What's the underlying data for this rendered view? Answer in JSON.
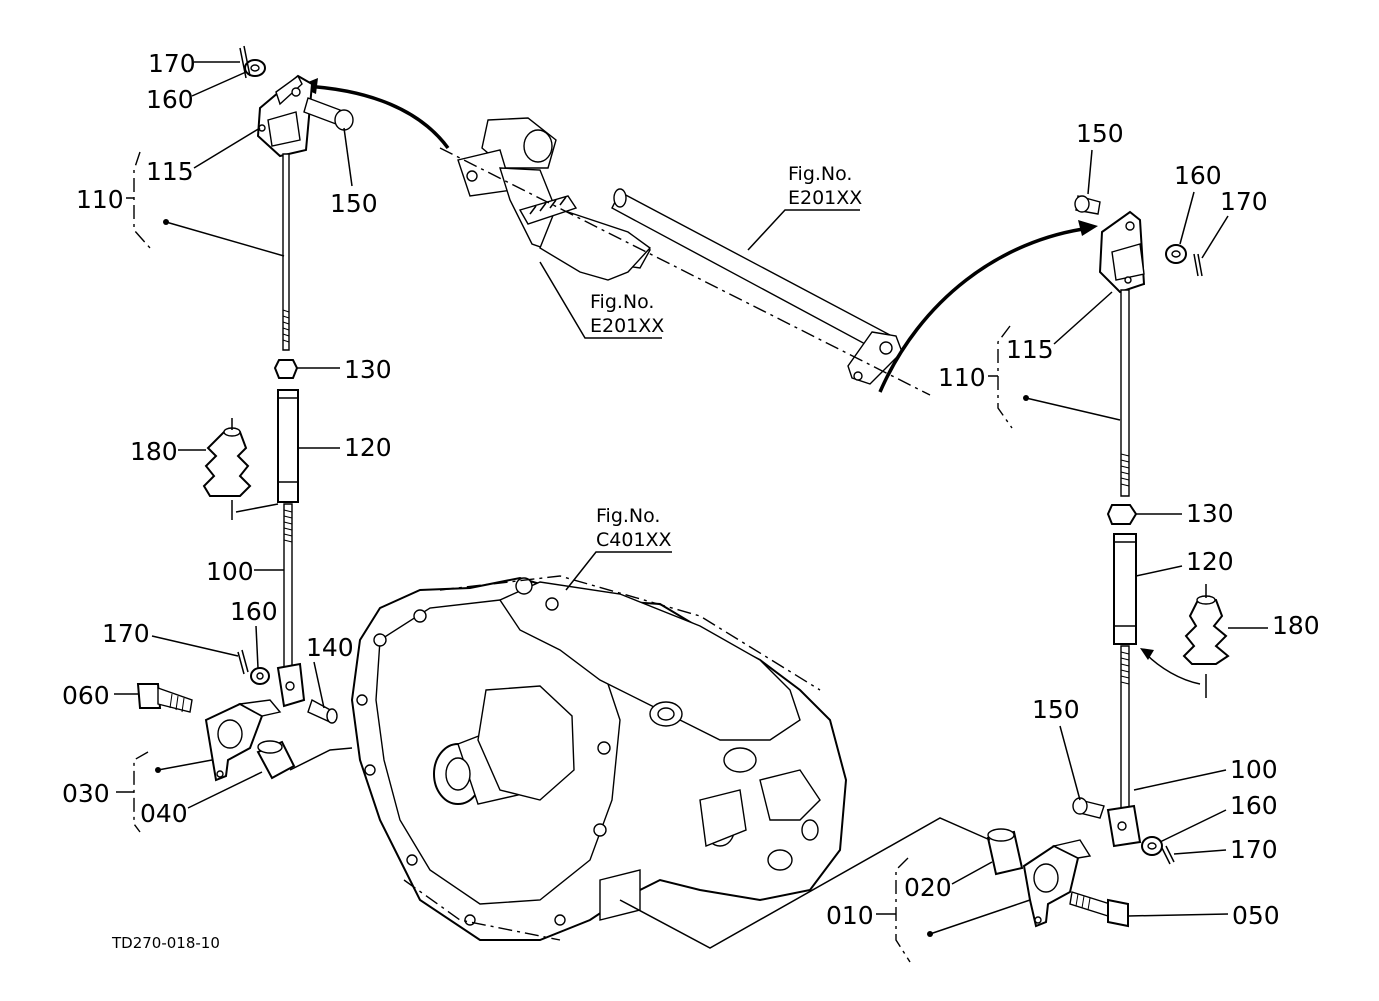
{
  "drawing_id": "TD270-018-10",
  "fig_refs": {
    "pedal_top": {
      "line1": "Fig.No.",
      "line2": "E201XX"
    },
    "pedal_bottom": {
      "line1": "Fig.No.",
      "line2": "E201XX"
    },
    "transmission": {
      "line1": "Fig.No.",
      "line2": "C401XX"
    }
  },
  "left_callouts": {
    "p170_top": "170",
    "p160_top": "160",
    "p115": "115",
    "p110": "110",
    "p150": "150",
    "p130": "130",
    "p180": "180",
    "p120": "120",
    "p100": "100",
    "p160_bottom": "160",
    "p170_bottom": "170",
    "p140": "140",
    "p060": "060",
    "p030": "030",
    "p040": "040"
  },
  "right_callouts": {
    "p150_top": "150",
    "p160_top": "160",
    "p170_top": "170",
    "p115": "115",
    "p110": "110",
    "p130": "130",
    "p120": "120",
    "p180": "180",
    "p150_bottom": "150",
    "p100": "100",
    "p160_bottom": "160",
    "p170_bottom": "170",
    "p020": "020",
    "p010": "010",
    "p050": "050"
  },
  "colors": {
    "ink": "#000000",
    "paper": "#ffffff"
  }
}
